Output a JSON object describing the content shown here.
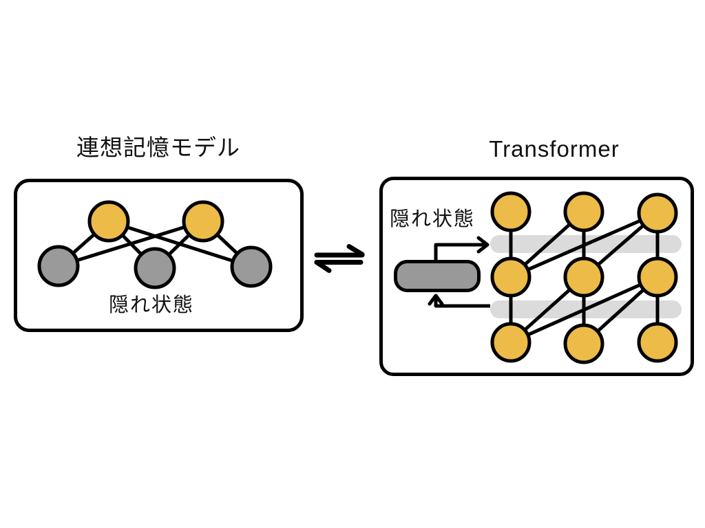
{
  "left_panel": {
    "title": "連想記憶モデル",
    "hidden_state_label": "隠れ状態",
    "structure": {
      "top_nodes": 2,
      "bottom_nodes": 3,
      "top_node_color_key": "node_yellow",
      "bottom_node_color_key": "node_gray",
      "edges": "each top node connects to all three bottom nodes"
    }
  },
  "relation": {
    "icon": "equilibrium-arrows-icon",
    "glyph": "⇌"
  },
  "right_panel": {
    "title": "Transformer",
    "hidden_state_label": "隠れ状態",
    "structure": {
      "token_grid": "3 columns × 3 rows of yellow nodes",
      "attention_bars": 2,
      "causal_edges_upper": "mid-row col1→top col2, mid col1→top col3, mid col2→top col3",
      "causal_edges_lower": "bottom col1→mid col2, bottom col1→mid col3, bottom col2→mid col3",
      "recurrent_block": "gray rounded pill with output arrow to top bar and feedback arrow from bottom bar"
    }
  },
  "colors": {
    "background": "#ffffff",
    "node_yellow": "#ecbb48",
    "node_gray": "#9a9a9a",
    "pill_gray": "#999999",
    "attention_bar": "#dbdbdb",
    "line": "#000000",
    "text": "#111111"
  }
}
